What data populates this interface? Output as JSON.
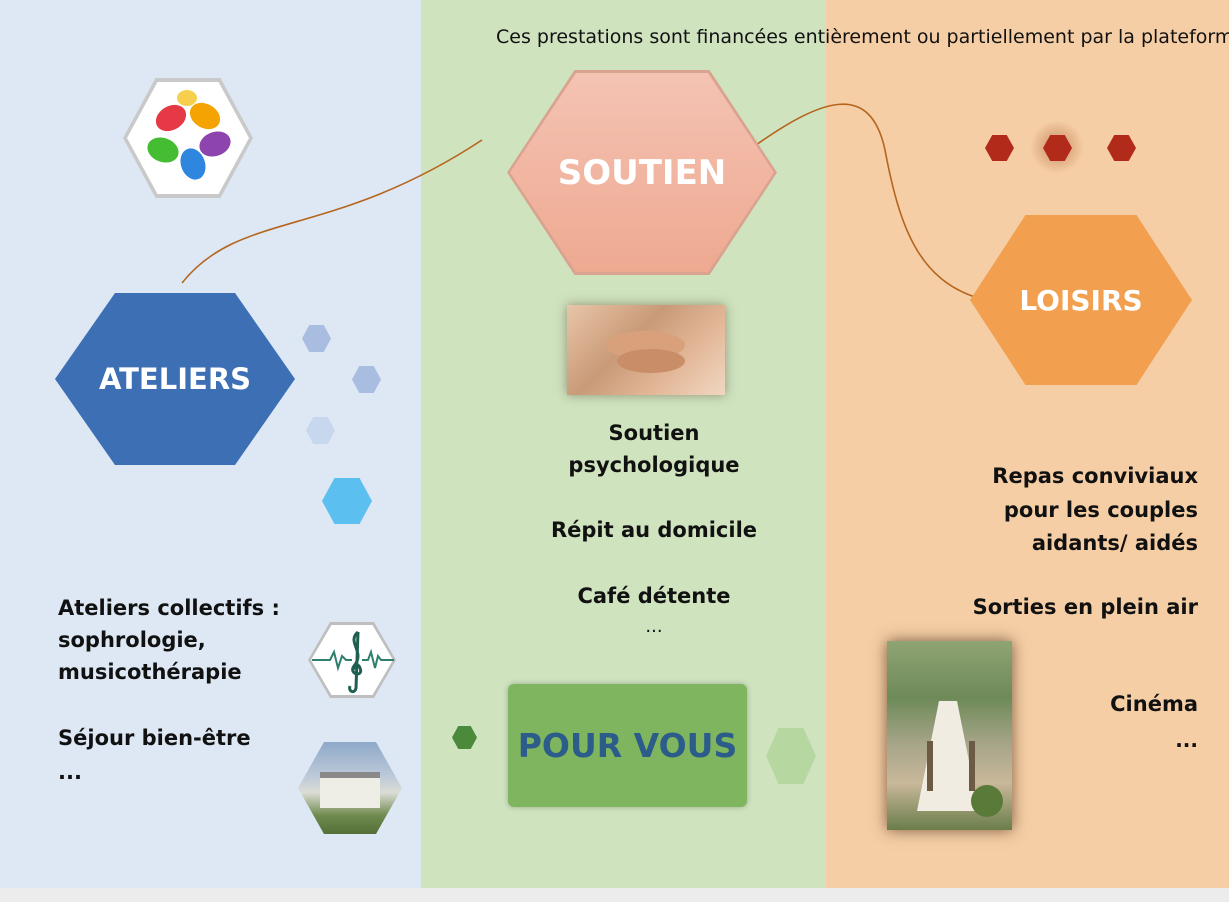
{
  "header": {
    "note": "Ces prestations sont financées entièrement ou partiellement par la plateforme"
  },
  "colors": {
    "left_bg": "#dde8f4",
    "mid_bg": "#cfe3bf",
    "right_bg": "#f5cea5",
    "ateliers_hex": "#3d6fb5",
    "soutien_hex": "#f0b09a",
    "loisirs_hex": "#f2a050",
    "pour_vous_box": "#7fb55e",
    "pour_vous_text": "#2b5c8a",
    "connector": "#b5651d"
  },
  "sections": {
    "ateliers": {
      "title": "ATELIERS",
      "items": [
        "Ateliers collectifs :",
        "sophrologie,",
        "musicothérapie",
        "Séjour bien-être",
        "..."
      ],
      "icons": [
        "colored-hands-icon",
        "treble-clef-heartbeat-icon",
        "manor-house-photo"
      ]
    },
    "soutien": {
      "title": "SOUTIEN",
      "items": [
        "Soutien",
        "psychologique",
        "Répit au domicile",
        "Café détente",
        "..."
      ],
      "icons": [
        "holding-hands-photo"
      ]
    },
    "loisirs": {
      "title": "LOISIRS",
      "items": [
        "Repas conviviaux",
        "pour les couples",
        "aidants/ aidés",
        "Sorties en plein air",
        "Cinéma",
        "..."
      ],
      "icons": [
        "outdoor-table-photo"
      ]
    }
  },
  "cta": {
    "label": "POUR VOUS"
  }
}
